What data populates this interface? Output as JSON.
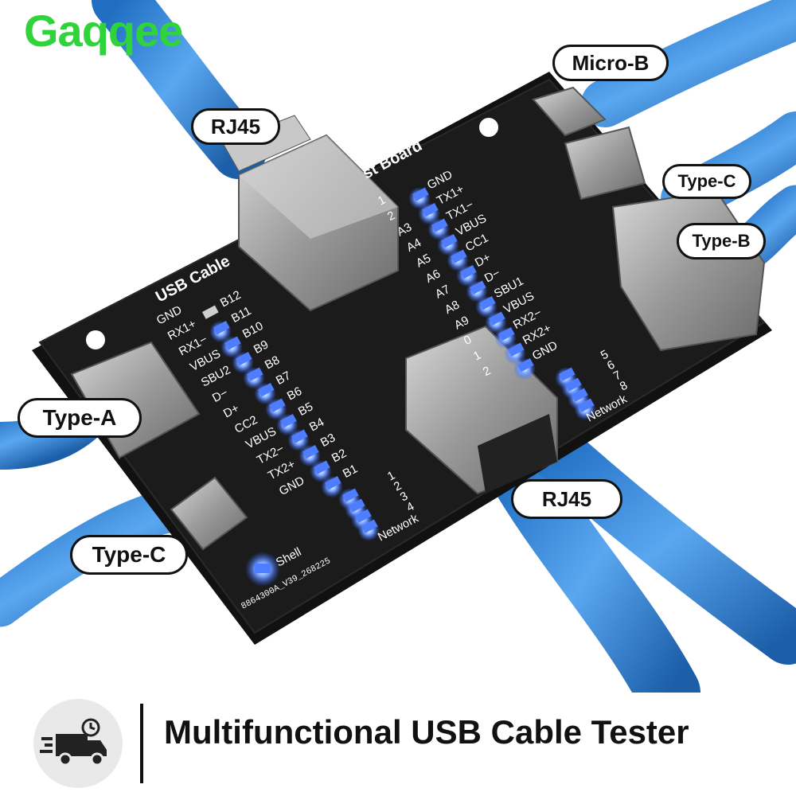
{
  "brand": "Gaqqee",
  "callouts": {
    "micro_b": "Micro-B",
    "rj45_top": "RJ45",
    "type_c_right": "Type-C",
    "type_b": "Type-B",
    "type_a": "Type-A",
    "rj45_bottom": "RJ45",
    "type_c_left": "Type-C"
  },
  "board": {
    "left_title": "USB Cable",
    "right_title": "st Board",
    "left_pins": [
      "GND",
      "RX1+",
      "RX1−",
      "VBUS",
      "SBU2",
      "D−",
      "D+",
      "CC2",
      "VBUS",
      "TX2−",
      "TX2+",
      "GND"
    ],
    "left_b": [
      "B12",
      "B11",
      "B10",
      "B9",
      "B8",
      "B7",
      "B6",
      "B5",
      "B4",
      "B3",
      "B2",
      "B1"
    ],
    "right_a": [
      "1",
      "2",
      "A3",
      "A4",
      "A5",
      "A6",
      "A7",
      "A8",
      "A9",
      "0",
      "1",
      "2"
    ],
    "right_pins": [
      "GND",
      "TX1+",
      "TX1−",
      "VBUS",
      "CC1",
      "D+",
      "D−",
      "SBU1",
      "VBUS",
      "RX2−",
      "RX2+",
      "GND"
    ],
    "net_left_nums": [
      "1",
      "2",
      "3",
      "4"
    ],
    "net_right_nums": [
      "5",
      "6",
      "7",
      "8"
    ],
    "network_label": "Network",
    "shell_label": "Shell",
    "model": "8864300A_V39_268225"
  },
  "footer": {
    "title": "Multifunctional USB Cable Tester",
    "icon": "fast-delivery-truck-icon"
  },
  "colors": {
    "brand": "#2fd43a",
    "board": "#151515",
    "led": "#3a6bff",
    "cable": "#2f7fd0"
  }
}
